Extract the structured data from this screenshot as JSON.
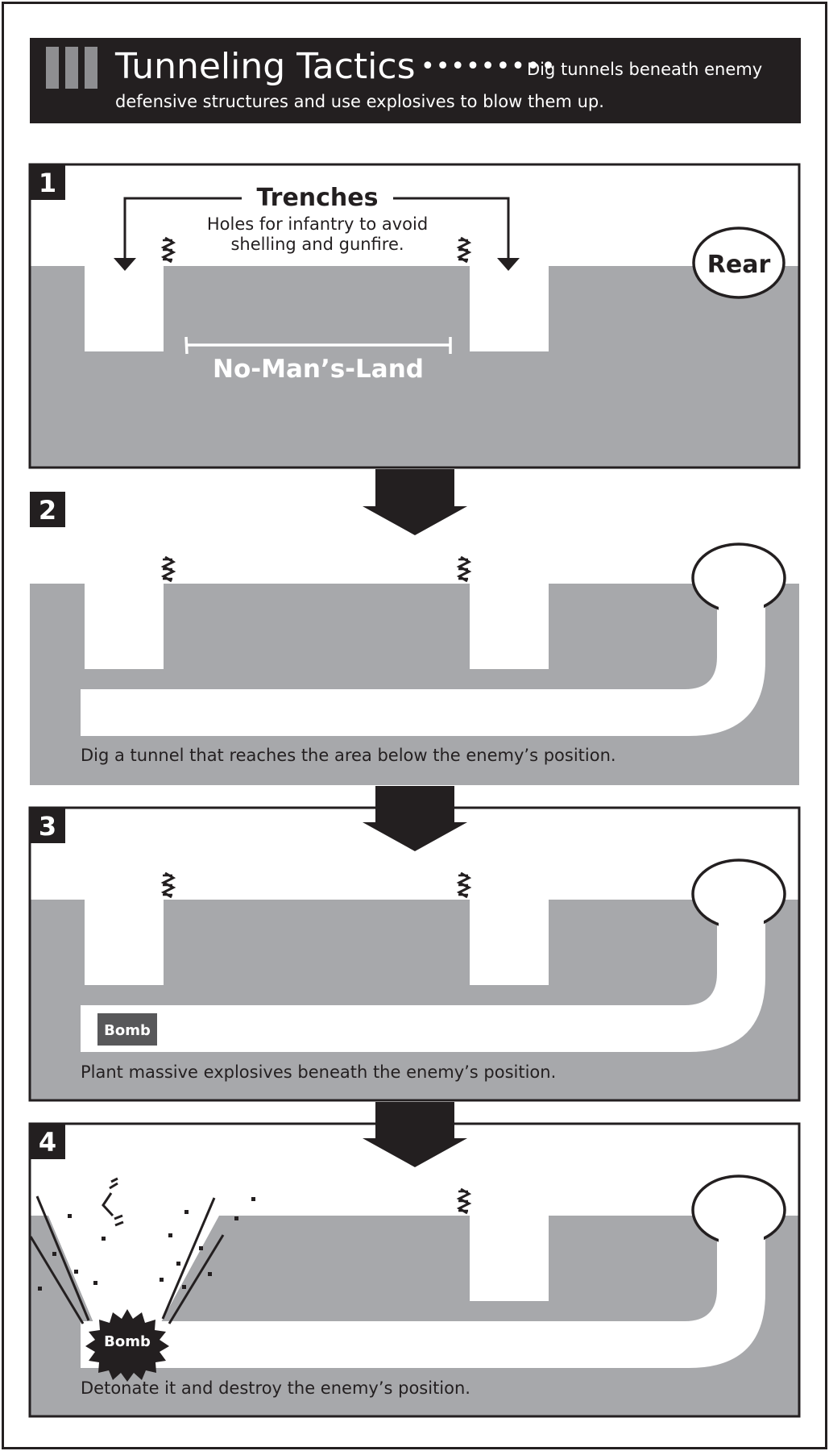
{
  "header": {
    "title": "Tunneling Tactics",
    "leader_dots": "•••••••••",
    "subtitle_line1": "Dig tunnels beneath enemy",
    "subtitle_line2": "defensive structures and use explosives to blow them up."
  },
  "panel1": {
    "number": "1",
    "trenches_title": "Trenches",
    "trenches_desc_line1": "Holes for infantry to avoid",
    "trenches_desc_line2": "shelling and gunfire.",
    "no_mans_land": "No-Man’s-Land",
    "rear_label": "Rear"
  },
  "panel2": {
    "number": "2",
    "caption": "Dig a tunnel that reaches the area below the enemy’s position."
  },
  "panel3": {
    "number": "3",
    "bomb_label": "Bomb",
    "caption": "Plant massive explosives beneath the enemy’s position."
  },
  "panel4": {
    "number": "4",
    "bomb_label": "Bomb",
    "caption": "Detonate it and destroy the enemy’s position."
  },
  "colors": {
    "ink": "#231f20",
    "ground": "#a7a8ab",
    "bomb_box": "#58585a",
    "paper": "#ffffff"
  }
}
